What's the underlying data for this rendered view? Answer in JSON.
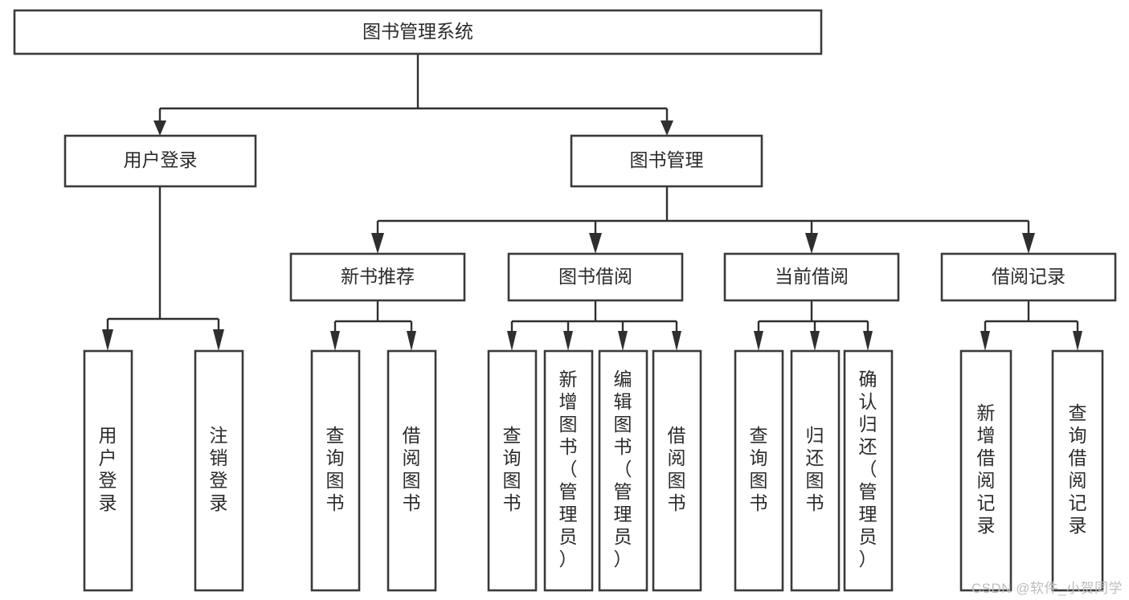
{
  "diagram": {
    "title": "图书管理系统",
    "type": "tree-hierarchy-diagram",
    "watermark": "CSDN @软件_小贺同学",
    "colors": {
      "box_stroke": "#3a3a3a",
      "connector": "#2f2f2f",
      "text": "#2b2b2b",
      "background": "#ffffff",
      "watermark": "#bdbdbd"
    },
    "root": {
      "label": "图书管理系统"
    },
    "level2": [
      {
        "label": "用户登录"
      },
      {
        "label": "图书管理"
      }
    ],
    "level3": [
      {
        "label": "新书推荐"
      },
      {
        "label": "图书借阅"
      },
      {
        "label": "当前借阅"
      },
      {
        "label": "借阅记录"
      }
    ],
    "leaves": {
      "user_login": [
        {
          "label": "用户登录"
        },
        {
          "label": "注销登录"
        }
      ],
      "new_book": [
        {
          "label": "查询图书"
        },
        {
          "label": "借阅图书"
        }
      ],
      "book_borrow": [
        {
          "label": "查询图书"
        },
        {
          "label": "新增图书（管理员）"
        },
        {
          "label": "编辑图书（管理员）"
        },
        {
          "label": "借阅图书"
        }
      ],
      "current_borrow": [
        {
          "label": "查询图书"
        },
        {
          "label": "归还图书"
        },
        {
          "label": "确认归还（管理员）"
        }
      ],
      "borrow_record": [
        {
          "label": "新增借阅记录"
        },
        {
          "label": "查询借阅记录"
        }
      ]
    }
  }
}
